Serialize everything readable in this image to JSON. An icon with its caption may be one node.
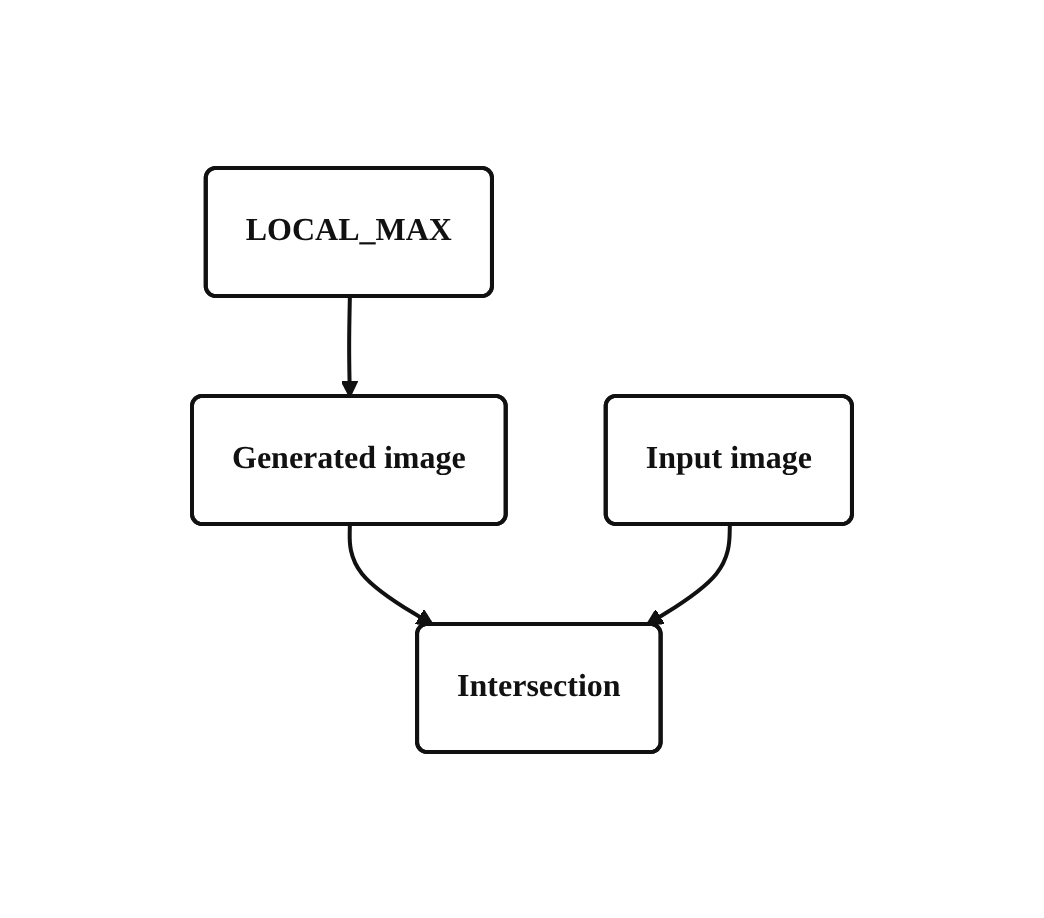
{
  "diagram": {
    "nodes": [
      {
        "text": [
          "LOCAL_MAX"
        ]
      },
      {
        "text": [
          "Generated image"
        ]
      },
      {
        "text": [
          "Intersection"
        ]
      },
      {
        "text": [
          "Input image"
        ]
      }
    ],
    "edges": [
      {
        "from": 0,
        "to": 1,
        "arrow": "to"
      },
      {
        "from": 1,
        "to": 2,
        "arrow": "to"
      },
      {
        "from": 3,
        "to": 2,
        "arrow": "to"
      }
    ]
  }
}
